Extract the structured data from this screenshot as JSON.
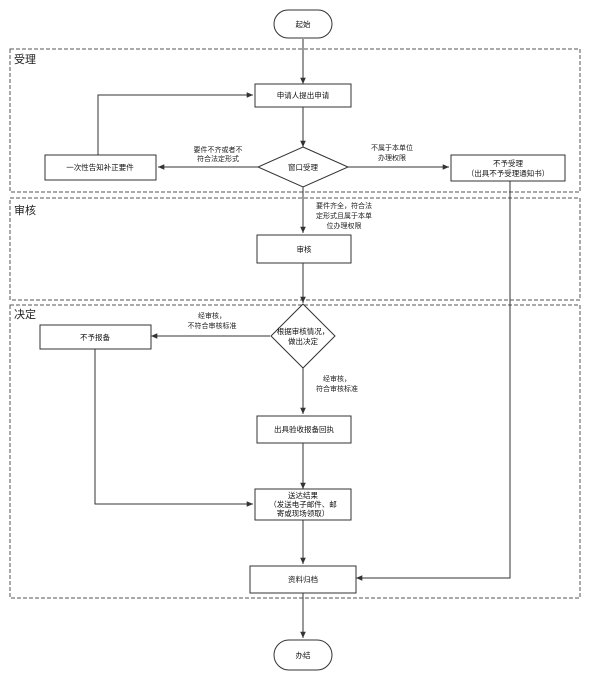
{
  "lanes": {
    "acceptance": "受理",
    "review": "审核",
    "decision": "决定"
  },
  "nodes": {
    "start": "起始",
    "submit_application": "申请人提出申请",
    "window_acceptance": "窗口受理",
    "notify_correction": "一次性告知补正要件",
    "reject_acceptance_line1": "不予受理",
    "reject_acceptance_line2": "（出具不予受理通知书）",
    "review": "审核",
    "decide_line1": "根据审核情况，",
    "decide_line2": "做出决定",
    "not_filed": "不予报备",
    "issue_receipt": "出具验收报备回执",
    "deliver_line1": "送达结果",
    "deliver_line2": "（发送电子邮件、邮",
    "deliver_line3": "寄或现场领取）",
    "archive": "资料归档",
    "end": "办结"
  },
  "edge_labels": {
    "incomplete_line1": "要件不齐或者不",
    "incomplete_line2": "符合法定形式",
    "not_in_scope_line1": "不属于本单位",
    "not_in_scope_line2": "办理权限",
    "complete_line1": "要件齐全，符合法",
    "complete_line2": "定形式且属于本单",
    "complete_line3": "位办理权限",
    "fail_line1": "经审核，",
    "fail_line2": "不符合审核标准",
    "pass_line1": "经审核，",
    "pass_line2": "符合审核标准"
  }
}
